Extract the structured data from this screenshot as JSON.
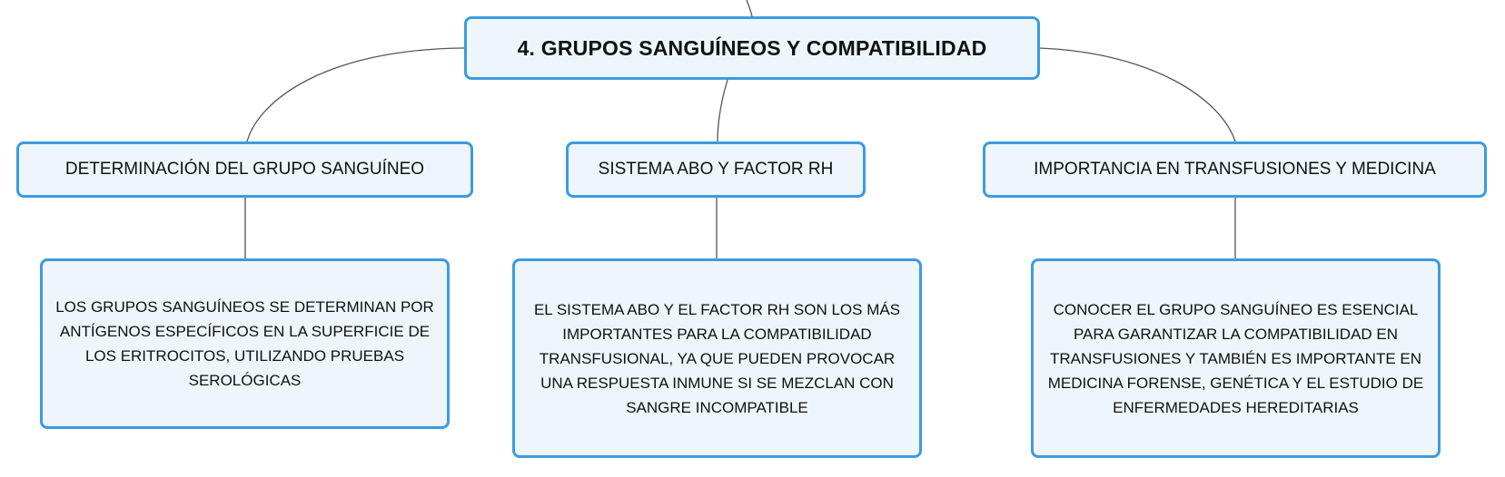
{
  "root": {
    "label": "4. GRUPOS SANGUÍNEOS Y COMPATIBILIDAD"
  },
  "categories": [
    {
      "label": "DETERMINACIÓN DEL GRUPO SANGUÍNEO",
      "detail": "LOS GRUPOS SANGUÍNEOS SE DETERMINAN POR ANTÍGENOS ESPECÍFICOS EN LA SUPERFICIE DE LOS ERITROCITOS, UTILIZANDO PRUEBAS SEROLÓGICAS"
    },
    {
      "label": "SISTEMA ABO Y FACTOR RH",
      "detail": "EL SISTEMA ABO Y EL FACTOR RH SON LOS MÁS IMPORTANTES PARA LA COMPATIBILIDAD TRANSFUSIONAL, YA QUE PUEDEN PROVOCAR UNA RESPUESTA INMUNE SI SE MEZCLAN CON SANGRE INCOMPATIBLE"
    },
    {
      "label": "IMPORTANCIA EN TRANSFUSIONES Y MEDICINA",
      "detail": "CONOCER EL GRUPO SANGUÍNEO ES ESENCIAL PARA GARANTIZAR LA COMPATIBILIDAD EN TRANSFUSIONES Y TAMBIÉN ES IMPORTANTE EN MEDICINA FORENSE, GENÉTICA Y EL ESTUDIO DE ENFERMEDADES HEREDITARIAS"
    }
  ],
  "colors": {
    "node_border": "#3d9be0",
    "node_fill": "#eef6fc",
    "connector": "#555555",
    "text": "#111111"
  }
}
